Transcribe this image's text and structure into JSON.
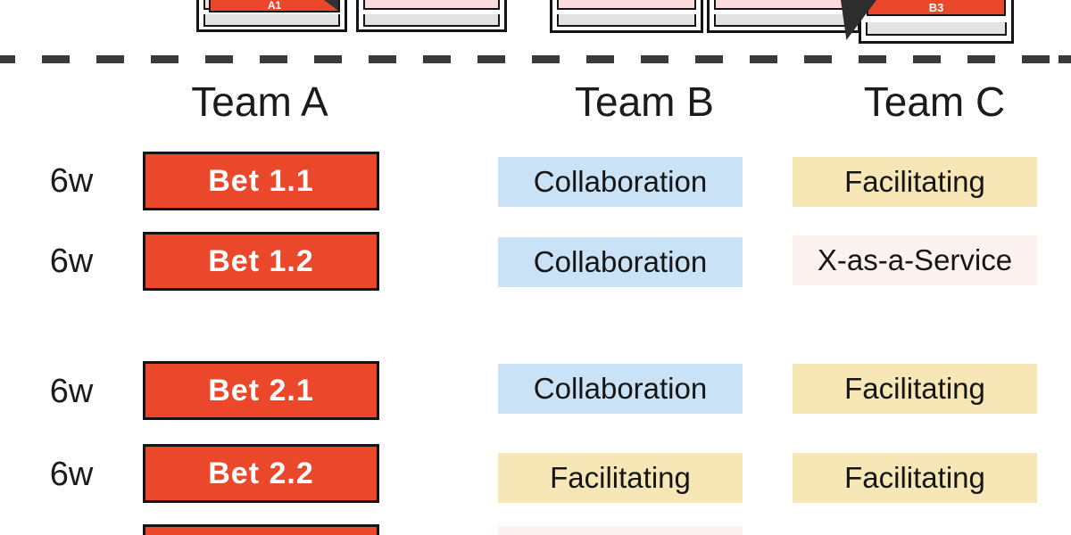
{
  "top_strip": {
    "cards": [
      {
        "label": "A1",
        "bar": "red-label"
      },
      {
        "label": "",
        "bar": "pink"
      },
      {
        "label": "",
        "bar": "pink"
      },
      {
        "label": "",
        "bar": "pink"
      },
      {
        "label": "B3",
        "bar": "red-label"
      }
    ]
  },
  "teams": [
    "Team A",
    "Team B",
    "Team C"
  ],
  "rows": [
    {
      "duration": "6w",
      "bet": "Bet 1.1",
      "team_b": {
        "label": "Collaboration",
        "mode": "collaboration"
      },
      "team_c": {
        "label": "Facilitating",
        "mode": "facilitating"
      }
    },
    {
      "duration": "6w",
      "bet": "Bet 1.2",
      "team_b": {
        "label": "Collaboration",
        "mode": "collaboration"
      },
      "team_c": {
        "label": "X-as-a-Service",
        "mode": "x-as-a-service"
      }
    },
    {
      "duration": "6w",
      "bet": "Bet 2.1",
      "team_b": {
        "label": "Collaboration",
        "mode": "collaboration"
      },
      "team_c": {
        "label": "Facilitating",
        "mode": "facilitating"
      }
    },
    {
      "duration": "6w",
      "bet": "Bet 2.2",
      "team_b": {
        "label": "Facilitating",
        "mode": "facilitating"
      },
      "team_c": {
        "label": "Facilitating",
        "mode": "facilitating"
      }
    }
  ],
  "partial_row": {
    "bet": "",
    "team_b": {
      "label": "",
      "mode": "x-as-a-service"
    }
  },
  "colors": {
    "bet_red": "#EB472A",
    "collaboration_blue": "#C9E2F6",
    "facilitating_yellow": "#F8E7B6",
    "x_as_a_service_pink": "#FCF2F0",
    "card_pink": "#FBDBDD",
    "card_gray": "#E3E3E3",
    "divider_gray": "#3A3A3A"
  }
}
